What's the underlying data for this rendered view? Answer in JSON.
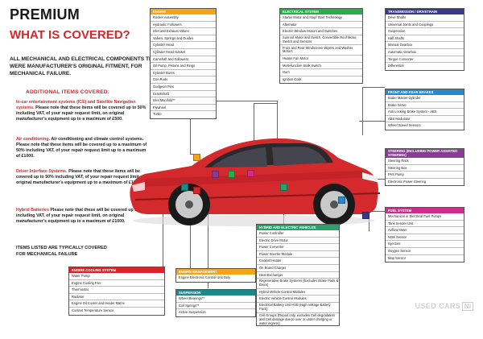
{
  "heading": {
    "line1": "PREMIUM",
    "line2": "WHAT IS COVERED?"
  },
  "intro": "ALL MECHANICAL AND ELECTRICAL COMPONENTS THAT WERE MANUFACTURER'S ORIGINAL FITMENT, FOR MECHANICAL FAILURE.",
  "additional_title": "ADDITIONAL ITEMS COVERED:",
  "additional": [
    {
      "head": "In-car entertainment systems (ICE) and Satellite Navigation systems.",
      "body": " Please note that these items will be covered up to 50% including VAT, of your repair request limit, on original manufacturer's equipment up to a maximum of £500."
    },
    {
      "head": "Air conditioning.",
      "body": " Air conditioning and climate control systems. Please note that these items will be covered up to a maximum of 50% including VAT, of your repair request limit up to a maximum of £1000."
    },
    {
      "head": "Driver Interface Systems.",
      "body": " Please note that these items will be covered up to 50% including VAT, of your repair request limit, on original manufacturer's equipment up to a maximum of £1000."
    },
    {
      "head": "Hybrid Batteries",
      "body": " Please note that these will be covered up to 50% including VAT, of your repair request limit, on original manufacturer's equipment up to a maximum of £1000."
    }
  ],
  "footnote": "ITEMS LISTED ARE TYPICALLY COVERED FOR MECHANICAL FAILURE",
  "brand": {
    "name": "USED CARS",
    "suffix": "NI"
  },
  "colors": {
    "red": "#d9252a",
    "engine": "#f2a51c",
    "electrical": "#2bab4a",
    "transmission": "#3a3a8c",
    "brakes": "#2b87c8",
    "steering": "#8a3b96",
    "fuel": "#cf2c8b",
    "hybrid": "#2da06a",
    "cooling": "#d9252a",
    "engine_mgmt": "#f2a51c",
    "suspension": "#1d8a8a"
  },
  "boxes": {
    "engine": {
      "title": "ENGINE",
      "items": [
        "Rocker Assembly",
        "Hydraulic Followers",
        "Inlet and Exhaust Valves",
        "Valves, Springs and Guides",
        "Cylinder Head",
        "Cylinder Head Gasket",
        "Camshaft and Followers",
        "Oil Pump, Pistons and Rings",
        "Cylinder Bores",
        "Con Rods",
        "Gudgeon Pins",
        "Crankshaft",
        "Inlet Manifold**",
        "Flywheel",
        "Turbo"
      ]
    },
    "electrical": {
      "title": "ELECTRICAL SYSTEM",
      "items": [
        "Starter Motor and Stop/ Start Technology",
        "Alternator",
        "Electric Window Motors and Switches",
        "Sunroof Motor and Switch, Convertible Roof Motor, Switch and Sensors",
        "Front and Rear Windscreen Wipers and Washer Motors",
        "Heater Fan Motor",
        "Multi-function Stalk Switch",
        "Horn",
        "Ignition Coils"
      ]
    },
    "transmission": {
      "title": "TRANSMISSION / DRIVETRAIN",
      "items": [
        "Drive Shafts",
        "Universal Joints and Couplings",
        "Suspension",
        "Half Shafts",
        "Manual Gearbox",
        "Automatic Gearbox",
        "Torque Converter",
        "Differential"
      ]
    },
    "brakes": {
      "title": "FRONT AND REAR BRAKES",
      "items": [
        "Brake Master Cylinder",
        "Brake Servo",
        "Anti Locking Brake System - ABS",
        "ABS Modulator",
        "Wheel Speed Sensors"
      ]
    },
    "steering": {
      "title": "STEERING (INCLUDING POWER ASSISTED STEERING)",
      "items": [
        "Steering Rack",
        "Steering Box",
        "PAS Pump",
        "Electronic Power Steering"
      ]
    },
    "fuel": {
      "title": "FUEL SYSTEM",
      "items": [
        "Mechanical or Electrical Fuel Pumps",
        "Tank Sender Unit",
        "Airflow Meter",
        "NOX Sensor",
        "Injectors",
        "Oxygen Sensor",
        "Map Sensor"
      ]
    },
    "hybrid": {
      "title": "HYBRID AND ELECTRIC VEHICLES",
      "items": [
        "Power Controller",
        "Electric Drive Motor",
        "Power Converter",
        "Power Inverter Module",
        "Coolant Heater",
        "On Board Charger",
        "Heat Exchanger",
        "Regenerative Brake Systems (Excludes Brake Pads & Discs)",
        "Hybrid Vehicle Control Modules",
        "Electric Vehicle Control Modules",
        "Electrical Battery Unit HVB (High Voltage Battery Pack)",
        "Cell Groups (Repair only, excludes Cell degradation and Cell damage due to over or under charging or water ingress)"
      ]
    },
    "cooling": {
      "title": "ENGINE COOLING SYSTEM",
      "items": [
        "Water Pump",
        "Engine Cooling Fan",
        "Thermostat",
        "Radiator",
        "Engine Oil Cooler and Heater Matrix",
        "Coolant Temperature Sensor"
      ]
    },
    "engine_mgmt": {
      "title": "ENGINE MANAGEMENT",
      "items": [
        "Engine Electronic Control Unit Only"
      ]
    },
    "suspension": {
      "title": "SUSPENSION",
      "items": [
        "Wheel Bearings**",
        "Coil Springs**",
        "Active Suspension"
      ]
    }
  }
}
